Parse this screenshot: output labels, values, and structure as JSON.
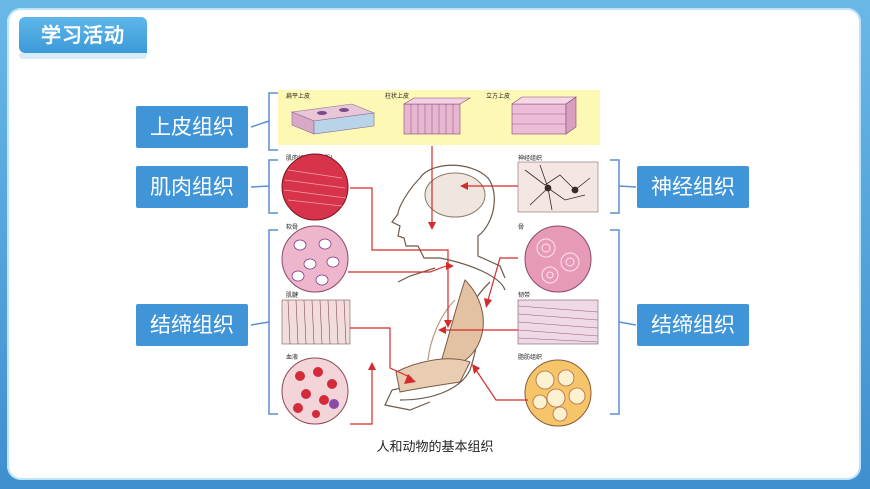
{
  "header": {
    "title": "学习活动"
  },
  "labels": {
    "epithelial": "上皮组织",
    "muscle": "肌肉组织",
    "connective_left": "结缔组织",
    "nervous": "神经组织",
    "connective_right": "结缔组织"
  },
  "figure": {
    "epithelial_types": {
      "flat": "扁平上皮",
      "columnar": "柱状上皮",
      "cuboidal": "立方上皮"
    },
    "muscle_label": "肌肉组织(骨骼肌)",
    "nerve_label": "神经组织",
    "cartilage": "软骨",
    "tendon": "肌腱",
    "blood": "血液",
    "bone": "骨",
    "ligament": "韧带",
    "fat": "脂肪组织"
  },
  "caption": "人和动物的基本组织",
  "colors": {
    "accent": "#3f95d8",
    "bracket": "#5b8fd4",
    "arrow": "#d42b2b",
    "epithelial_panel": "#fdf8b4"
  }
}
